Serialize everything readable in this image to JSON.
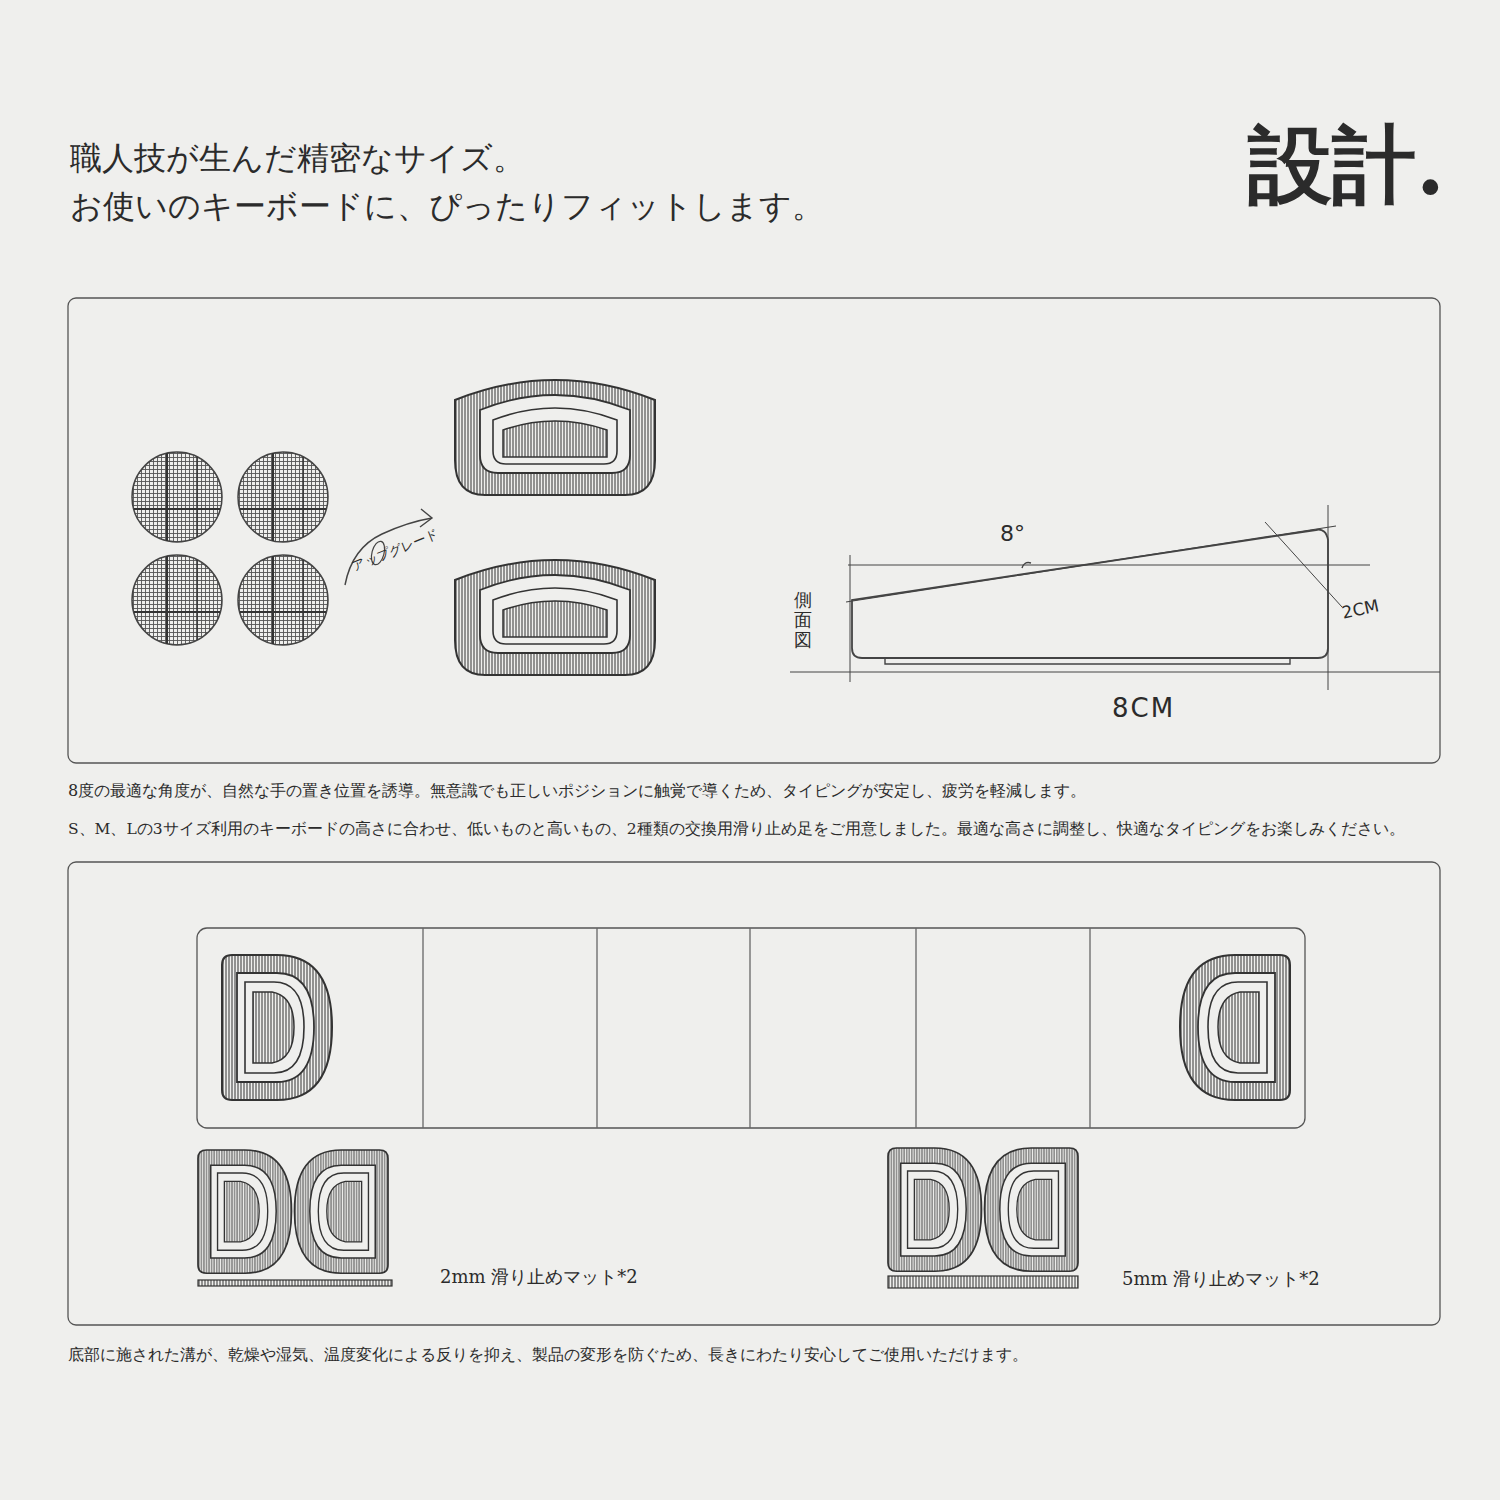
{
  "diagram": {
    "title": "設計.",
    "labels": [
      "職人技が生んだ精密なサイズ。",
      "お使いのキーボードに、ぴったりフィットします。",
      "アップグレード",
      "8°",
      "側面図",
      "2CM",
      "8CM",
      "8度の最適な角度が、自然な手の置き位置を誘導。無意識でも正しいポジションに触覚で導くため、タイピングが安定し、疲労を軽減します。",
      "S、M、Lの3サイズ利用のキーボードの高さに合わせ、低いものと高いもの、2種類の交換用滑り止め足をご用意しました。最適な高さに調整し、快適なタイピングをお楽しみください。",
      "2mm 滑り止めマット*2",
      "5mm 滑り止めマット*2",
      "底部に施された溝が、乾燥や湿気、温度変化による反りを抑え、製品の変形を防ぐため、長きにわたり安心してご使用いただけます。"
    ]
  }
}
